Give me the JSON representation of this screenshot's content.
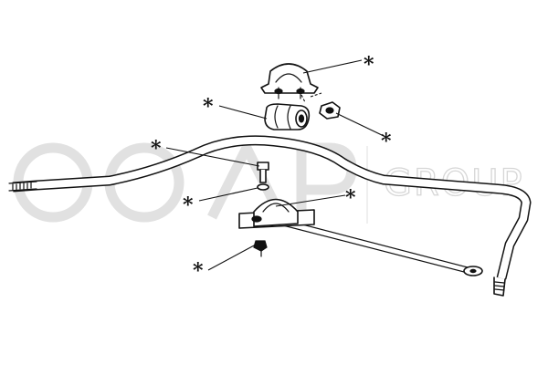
{
  "watermark": {
    "brand": "OCAP",
    "suffix": "GROUP",
    "color": "#dcdcdc"
  },
  "callouts": [
    {
      "id": "clamp-upper",
      "label": "*"
    },
    {
      "id": "bushing",
      "label": "*"
    },
    {
      "id": "nut",
      "label": "*"
    },
    {
      "id": "bolt",
      "label": "*"
    },
    {
      "id": "washer",
      "label": "*"
    },
    {
      "id": "clamp-lower",
      "label": "*"
    },
    {
      "id": "nut-lower",
      "label": "*"
    }
  ],
  "colors": {
    "line": "#111111",
    "paper": "#ffffff"
  }
}
